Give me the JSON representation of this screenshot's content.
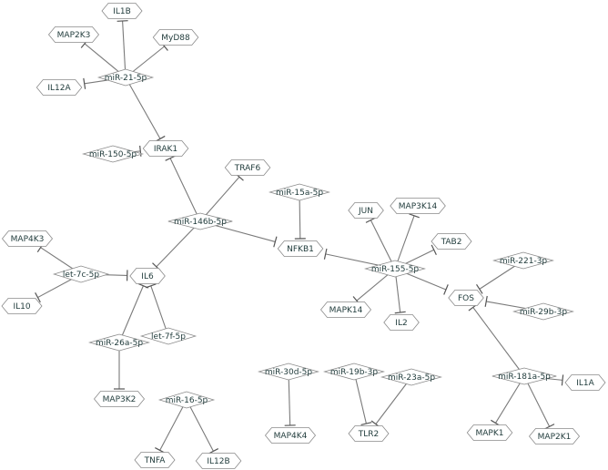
{
  "graph": {
    "nodes": [
      {
        "id": "IL1B",
        "type": "gene"
      },
      {
        "id": "MAP2K3",
        "type": "gene"
      },
      {
        "id": "MyD88",
        "type": "gene"
      },
      {
        "id": "miR-21-5p",
        "type": "mirna"
      },
      {
        "id": "IL12A",
        "type": "gene"
      },
      {
        "id": "IRAK1",
        "type": "gene"
      },
      {
        "id": "miR-150-5p",
        "type": "mirna"
      },
      {
        "id": "TRAF6",
        "type": "gene"
      },
      {
        "id": "miR-15a-5p",
        "type": "mirna"
      },
      {
        "id": "miR-146b-5p",
        "type": "mirna"
      },
      {
        "id": "NFKB1",
        "type": "gene"
      },
      {
        "id": "JUN",
        "type": "gene"
      },
      {
        "id": "MAP3K14",
        "type": "gene"
      },
      {
        "id": "TAB2",
        "type": "gene"
      },
      {
        "id": "miR-155-5p",
        "type": "mirna"
      },
      {
        "id": "MAPK14",
        "type": "gene"
      },
      {
        "id": "IL2",
        "type": "gene"
      },
      {
        "id": "FOS",
        "type": "gene"
      },
      {
        "id": "miR-221-3p",
        "type": "mirna"
      },
      {
        "id": "miR-29b-3p",
        "type": "mirna"
      },
      {
        "id": "MAP4K3",
        "type": "gene"
      },
      {
        "id": "let-7c-5p",
        "type": "mirna"
      },
      {
        "id": "IL6",
        "type": "gene"
      },
      {
        "id": "IL10",
        "type": "gene"
      },
      {
        "id": "let-7f-5p",
        "type": "mirna"
      },
      {
        "id": "miR-26a-5p",
        "type": "mirna"
      },
      {
        "id": "MAP3K2",
        "type": "gene"
      },
      {
        "id": "miR-16-5p",
        "type": "mirna"
      },
      {
        "id": "TNFA",
        "type": "gene"
      },
      {
        "id": "IL12B",
        "type": "gene"
      },
      {
        "id": "miR-30d-5p",
        "type": "mirna"
      },
      {
        "id": "MAP4K4",
        "type": "gene"
      },
      {
        "id": "miR-19b-3p",
        "type": "mirna"
      },
      {
        "id": "miR-23a-5p",
        "type": "mirna"
      },
      {
        "id": "TLR2",
        "type": "gene"
      },
      {
        "id": "miR-181a-5p",
        "type": "mirna"
      },
      {
        "id": "IL1A",
        "type": "gene"
      },
      {
        "id": "MAPK1",
        "type": "gene"
      },
      {
        "id": "MAP2K1",
        "type": "gene"
      }
    ],
    "edges": [
      {
        "source": "miR-21-5p",
        "target": "IL1B"
      },
      {
        "source": "miR-21-5p",
        "target": "MAP2K3"
      },
      {
        "source": "miR-21-5p",
        "target": "MyD88"
      },
      {
        "source": "miR-21-5p",
        "target": "IL12A"
      },
      {
        "source": "miR-21-5p",
        "target": "IRAK1"
      },
      {
        "source": "miR-150-5p",
        "target": "IRAK1"
      },
      {
        "source": "miR-146b-5p",
        "target": "IRAK1"
      },
      {
        "source": "miR-146b-5p",
        "target": "TRAF6"
      },
      {
        "source": "miR-146b-5p",
        "target": "NFKB1"
      },
      {
        "source": "miR-146b-5p",
        "target": "IL6"
      },
      {
        "source": "miR-15a-5p",
        "target": "NFKB1"
      },
      {
        "source": "miR-155-5p",
        "target": "NFKB1"
      },
      {
        "source": "miR-155-5p",
        "target": "JUN"
      },
      {
        "source": "miR-155-5p",
        "target": "MAP3K14"
      },
      {
        "source": "miR-155-5p",
        "target": "TAB2"
      },
      {
        "source": "miR-155-5p",
        "target": "MAPK14"
      },
      {
        "source": "miR-155-5p",
        "target": "IL2"
      },
      {
        "source": "miR-155-5p",
        "target": "FOS"
      },
      {
        "source": "miR-221-3p",
        "target": "FOS"
      },
      {
        "source": "miR-29b-3p",
        "target": "FOS"
      },
      {
        "source": "miR-181a-5p",
        "target": "FOS"
      },
      {
        "source": "miR-181a-5p",
        "target": "IL1A"
      },
      {
        "source": "miR-181a-5p",
        "target": "MAPK1"
      },
      {
        "source": "miR-181a-5p",
        "target": "MAP2K1"
      },
      {
        "source": "let-7c-5p",
        "target": "MAP4K3"
      },
      {
        "source": "let-7c-5p",
        "target": "IL6"
      },
      {
        "source": "let-7c-5p",
        "target": "IL10"
      },
      {
        "source": "let-7f-5p",
        "target": "IL6"
      },
      {
        "source": "miR-26a-5p",
        "target": "IL6"
      },
      {
        "source": "miR-26a-5p",
        "target": "MAP3K2"
      },
      {
        "source": "miR-16-5p",
        "target": "TNFA"
      },
      {
        "source": "miR-16-5p",
        "target": "IL12B"
      },
      {
        "source": "miR-30d-5p",
        "target": "MAP4K4"
      },
      {
        "source": "miR-19b-3p",
        "target": "TLR2"
      },
      {
        "source": "miR-23a-5p",
        "target": "TLR2"
      }
    ]
  }
}
